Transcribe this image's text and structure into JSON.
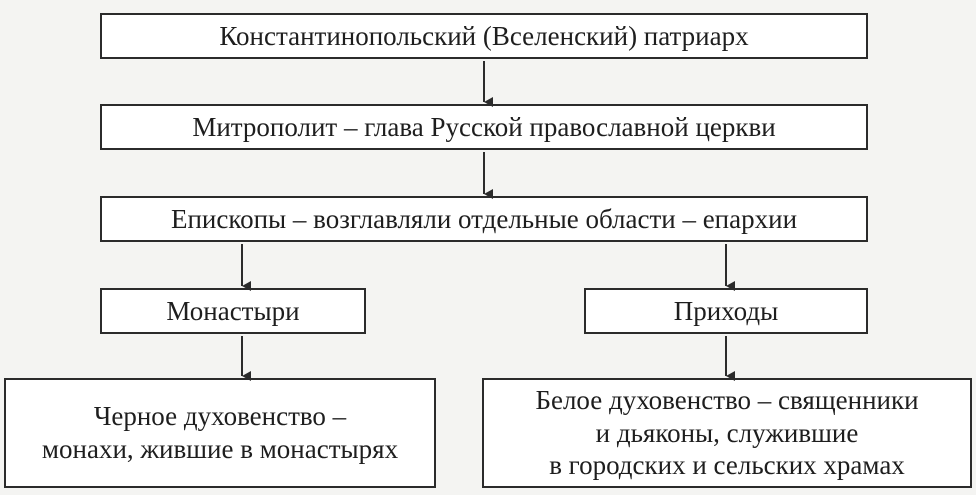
{
  "diagram": {
    "nodes": {
      "patriarch": "Константинопольский (Вселенский) патриарх",
      "metropolitan": "Митрополит – глава Русской православной церкви",
      "bishops": "Епископы – возглавляли отдельные области – епархии",
      "monasteries": "Монастыри",
      "parishes": "Приходы",
      "black_clergy": "Черное духовенство –\nмонахи, жившие в монастырях",
      "white_clergy": "Белое духовенство – священники\nи дьяконы, служившие\nв городских и сельских храмах"
    },
    "edges": [
      {
        "from": "patriarch",
        "to": "metropolitan"
      },
      {
        "from": "metropolitan",
        "to": "bishops"
      },
      {
        "from": "bishops",
        "to": "monasteries"
      },
      {
        "from": "bishops",
        "to": "parishes"
      },
      {
        "from": "monasteries",
        "to": "black_clergy"
      },
      {
        "from": "parishes",
        "to": "white_clergy"
      }
    ]
  }
}
